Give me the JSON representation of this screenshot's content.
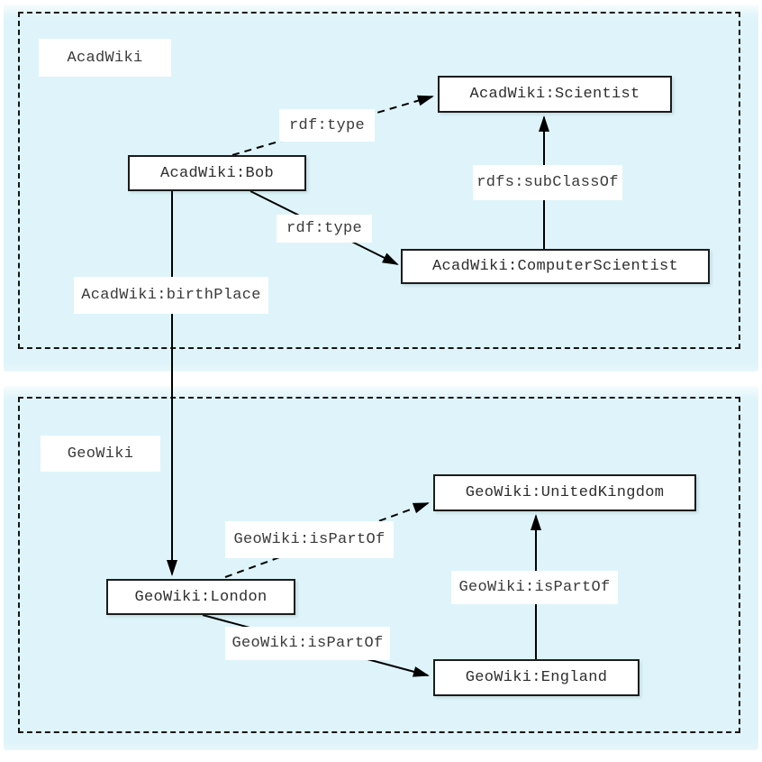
{
  "diagram": {
    "type": "rdf-graph",
    "sections": [
      {
        "id": "acadwiki",
        "title": "AcadWiki"
      },
      {
        "id": "geowiki",
        "title": "GeoWiki"
      }
    ],
    "nodes": [
      {
        "id": "bob",
        "label": "AcadWiki:Bob"
      },
      {
        "id": "scientist",
        "label": "AcadWiki:Scientist"
      },
      {
        "id": "computer_scientist",
        "label": "AcadWiki:ComputerScientist"
      },
      {
        "id": "london",
        "label": "GeoWiki:London"
      },
      {
        "id": "united_kingdom",
        "label": "GeoWiki:UnitedKingdom"
      },
      {
        "id": "england",
        "label": "GeoWiki:England"
      }
    ],
    "edges": [
      {
        "from": "bob",
        "to": "scientist",
        "label": "rdf:type",
        "style": "dashed"
      },
      {
        "from": "bob",
        "to": "computer_scientist",
        "label": "rdf:type",
        "style": "solid"
      },
      {
        "from": "computer_scientist",
        "to": "scientist",
        "label": "rdfs:subClassOf",
        "style": "solid"
      },
      {
        "from": "bob",
        "to": "london",
        "label": "AcadWiki:birthPlace",
        "style": "solid"
      },
      {
        "from": "london",
        "to": "united_kingdom",
        "label": "GeoWiki:isPartOf",
        "style": "dashed"
      },
      {
        "from": "london",
        "to": "england",
        "label": "GeoWiki:isPartOf",
        "style": "solid"
      },
      {
        "from": "england",
        "to": "united_kingdom",
        "label": "GeoWiki:isPartOf",
        "style": "solid"
      }
    ],
    "colors": {
      "section_fill": "#def4fa",
      "node_fill": "#ffffff",
      "stroke": "#000000",
      "text": "#2d2d2d",
      "label_background": "#ffffff"
    }
  }
}
